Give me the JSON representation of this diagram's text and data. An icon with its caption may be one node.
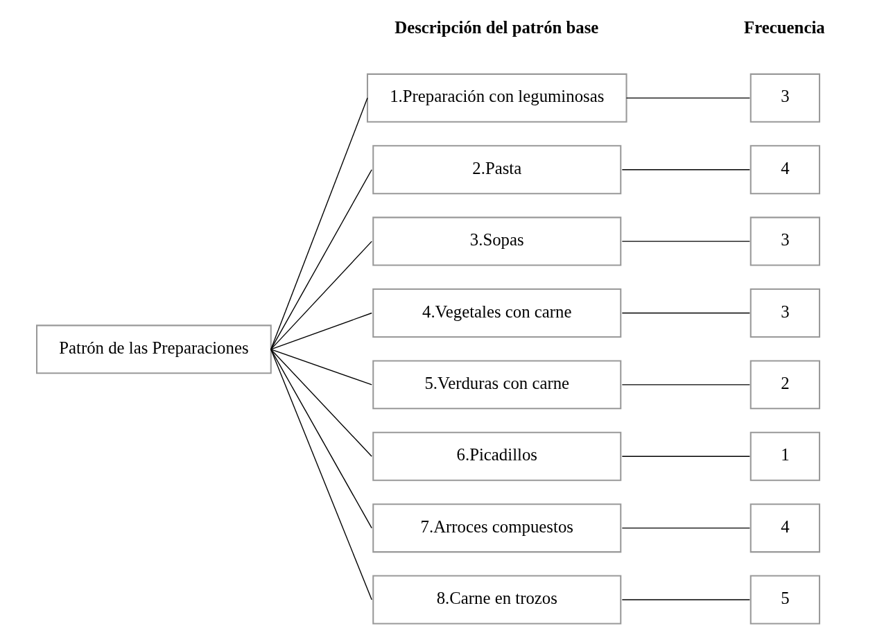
{
  "diagram": {
    "nodes": [
      {
        "text": [
          "Patrón de las Preparaciones"
        ]
      },
      {
        "text": [
          "1.Preparación con leguminosas"
        ]
      },
      {
        "text": [
          "2.Pasta"
        ]
      },
      {
        "text": [
          "3.Sopas"
        ]
      },
      {
        "text": [
          "4.Vegetales con carne"
        ]
      },
      {
        "text": [
          "5.Verduras con carne"
        ]
      },
      {
        "text": [
          "6.Picadillos"
        ]
      },
      {
        "text": [
          "7.Arroces compuestos"
        ]
      },
      {
        "text": [
          "8.Carne en trozos"
        ]
      },
      {
        "text": [
          "3"
        ]
      },
      {
        "text": [
          "4"
        ]
      },
      {
        "text": [
          "3"
        ]
      },
      {
        "text": [
          "3"
        ]
      },
      {
        "text": [
          "2"
        ]
      },
      {
        "text": [
          "1"
        ]
      },
      {
        "text": [
          "4"
        ]
      },
      {
        "text": [
          "5"
        ]
      }
    ],
    "edges": [
      {
        "from": 0,
        "to": 1,
        "arrow": "none"
      },
      {
        "from": 0,
        "to": 2,
        "arrow": "none"
      },
      {
        "from": 0,
        "to": 3,
        "arrow": "none"
      },
      {
        "from": 0,
        "to": 4,
        "arrow": "none"
      },
      {
        "from": 0,
        "to": 5,
        "arrow": "none"
      },
      {
        "from": 0,
        "to": 6,
        "arrow": "none"
      },
      {
        "from": 0,
        "to": 7,
        "arrow": "none"
      },
      {
        "from": 0,
        "to": 8,
        "arrow": "none"
      },
      {
        "from": 1,
        "to": 9,
        "arrow": "none"
      },
      {
        "from": 2,
        "to": 10,
        "arrow": "none"
      },
      {
        "from": 3,
        "to": 11,
        "arrow": "none"
      },
      {
        "from": 4,
        "to": 12,
        "arrow": "none"
      },
      {
        "from": 5,
        "to": 13,
        "arrow": "none"
      },
      {
        "from": 6,
        "to": 14,
        "arrow": "none"
      },
      {
        "from": 7,
        "to": 15,
        "arrow": "none"
      },
      {
        "from": 8,
        "to": 16,
        "arrow": "none"
      }
    ],
    "labels": [
      "Descripción del patrón base",
      "Frecuencia"
    ]
  }
}
